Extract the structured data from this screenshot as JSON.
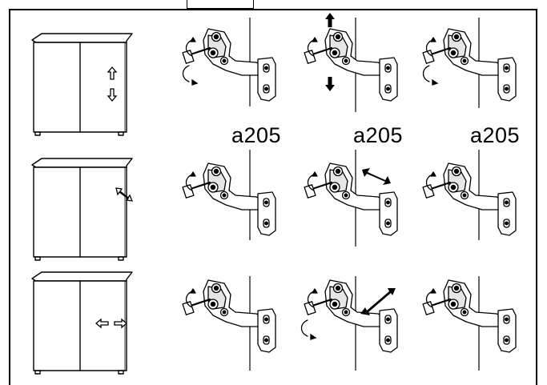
{
  "document": {
    "labels": [
      "a205",
      "a205",
      "a205"
    ],
    "rows": [
      {
        "adjustment": "vertical",
        "arrow_icon": "up-down-arrows-icon"
      },
      {
        "adjustment": "depth",
        "arrow_icon": "diagonal-double-arrow-icon"
      },
      {
        "adjustment": "lateral",
        "arrow_icon": "left-right-arrows-icon"
      }
    ],
    "colors": {
      "line": "#000000",
      "fill": "#ffffff",
      "shade": "#d9d9d9"
    }
  }
}
